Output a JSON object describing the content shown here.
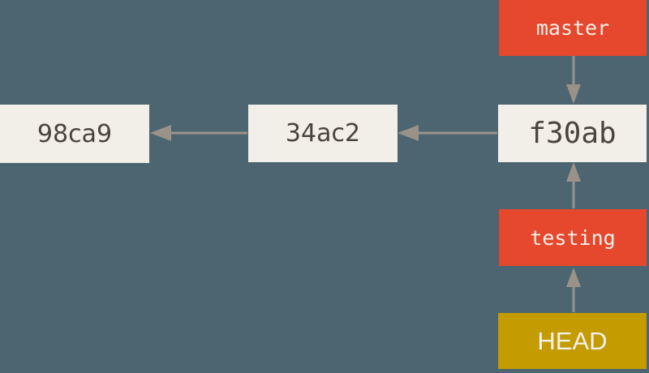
{
  "diagram": {
    "type": "git-commit-branch-diagram",
    "background_color": "#4C6570",
    "colors": {
      "commit_box": "#F1EFE7",
      "commit_text": "#4B443D",
      "branch_box": "#E5482D",
      "head_box": "#C49B00",
      "pointer_text": "#F2F0EB",
      "arrow": "#9A9289"
    },
    "commits": [
      {
        "label": "98ca9"
      },
      {
        "label": "34ac2"
      },
      {
        "label": "f30ab"
      }
    ],
    "branches": [
      {
        "label": "master",
        "points_to": "f30ab"
      },
      {
        "label": "testing",
        "points_to": "f30ab"
      }
    ],
    "head": {
      "label": "HEAD",
      "points_to": "testing"
    },
    "edges": [
      {
        "from": "master",
        "to": "f30ab",
        "direction": "down"
      },
      {
        "from": "testing",
        "to": "f30ab",
        "direction": "up"
      },
      {
        "from": "HEAD",
        "to": "testing",
        "direction": "up"
      },
      {
        "from": "f30ab",
        "to": "34ac2",
        "direction": "left",
        "relation": "parent"
      },
      {
        "from": "34ac2",
        "to": "98ca9",
        "direction": "left",
        "relation": "parent"
      }
    ]
  }
}
